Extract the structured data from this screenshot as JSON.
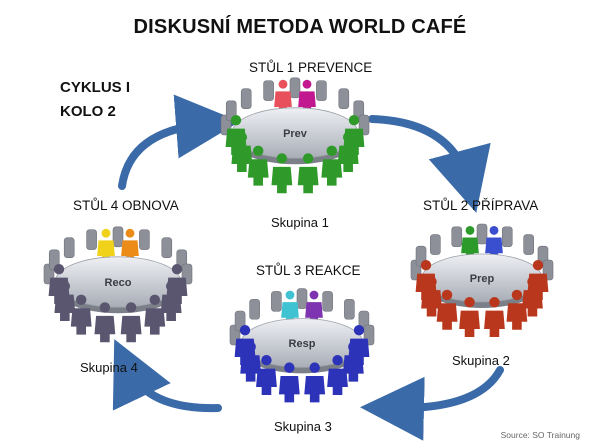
{
  "title": "DISKUSNÍ METODA WORLD CAFÉ",
  "cycle": {
    "line1": "CYKLUS I",
    "line2": "KOLO 2"
  },
  "tables": [
    {
      "label": "STŮL 1 PREVENCE",
      "short": "Prev",
      "group": "Skupina 1",
      "host_colors": [
        "#e8505b",
        "#c2188f"
      ],
      "group_color": "#2f9a2a"
    },
    {
      "label": "STŮL 2 PŘÍPRAVA",
      "short": "Prep",
      "group": "Skupina 2",
      "host_colors": [
        "#2b9a2a",
        "#3a4fd0"
      ],
      "group_color": "#b9381d"
    },
    {
      "label": "STŮL 3 REAKCE",
      "short": "Resp",
      "group": "Skupina 3",
      "host_colors": [
        "#3fc3d3",
        "#7e34b0"
      ],
      "group_color": "#2c33b8"
    },
    {
      "label": "STŮL 4 OBNOVA",
      "short": "Reco",
      "group": "Skupina 4",
      "host_colors": [
        "#f0d21a",
        "#ec8b17"
      ],
      "group_color": "#5b5670"
    }
  ],
  "arrow_color": "#3a6aa8",
  "source": "Source: SO Trainung"
}
